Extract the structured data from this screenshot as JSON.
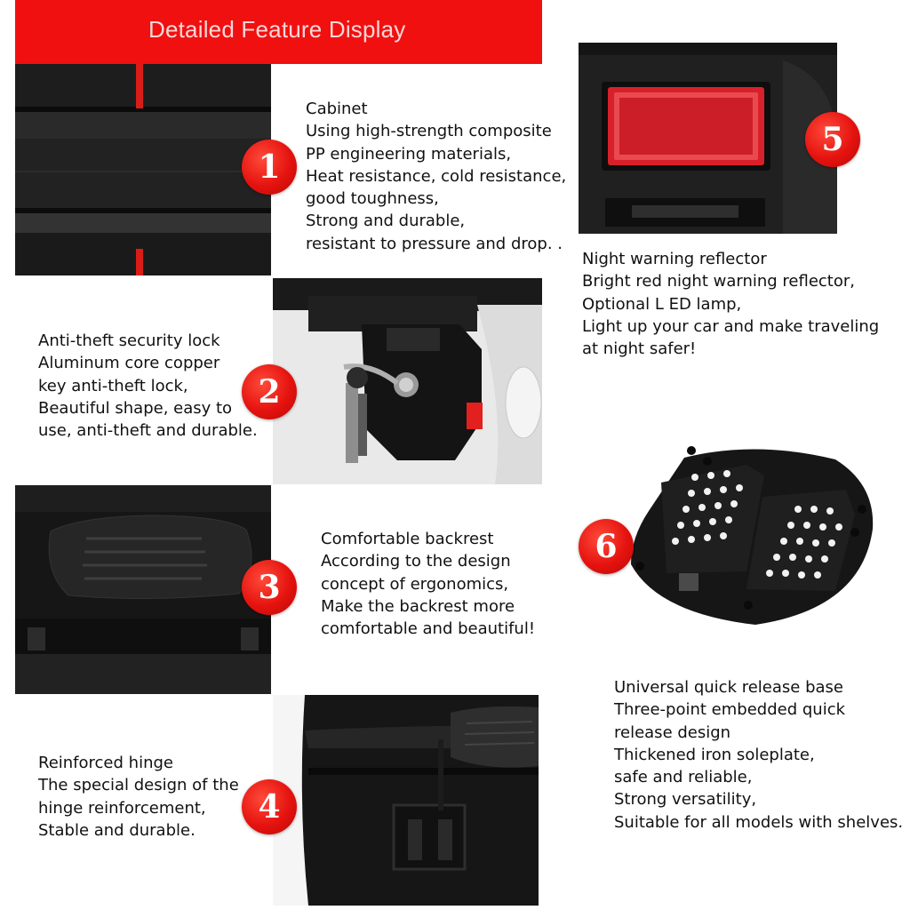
{
  "banner": {
    "title": "Detailed Feature Display",
    "color": "#f01010"
  },
  "features": [
    {
      "number": "1",
      "lines": [
        "Cabinet",
        "Using high-strength composite",
        "PP engineering materials,",
        "Heat resistance, cold resistance,",
        "good toughness,",
        "Strong and durable,",
        "resistant to pressure and drop. ."
      ]
    },
    {
      "number": "2",
      "lines": [
        "Anti-theft security lock",
        "Aluminum core copper",
        "key anti-theft lock,",
        "Beautiful shape, easy to",
        "use, anti-theft and durable."
      ]
    },
    {
      "number": "3",
      "lines": [
        "Comfortable backrest",
        "According to the design",
        "concept of ergonomics,",
        "Make the backrest more",
        "comfortable and beautiful!"
      ]
    },
    {
      "number": "4",
      "lines": [
        "Reinforced hinge",
        "The special design of the",
        "hinge reinforcement,",
        "Stable and durable."
      ]
    },
    {
      "number": "5",
      "lines": [
        "Night warning reflector",
        "Bright red night warning reflector,",
        "Optional L ED lamp,",
        "Light up your car and make traveling",
        "at night safer!"
      ]
    },
    {
      "number": "6",
      "lines": [
        "Universal quick release base",
        "Three-point embedded quick",
        "release design",
        "Thickened iron soleplate,",
        "safe and reliable,",
        "Strong versatility,",
        "Suitable for all models with shelves."
      ]
    }
  ],
  "colors": {
    "badge": "#e5130f",
    "accent_red": "#e0201a",
    "product_black": "#1a1a1a"
  }
}
